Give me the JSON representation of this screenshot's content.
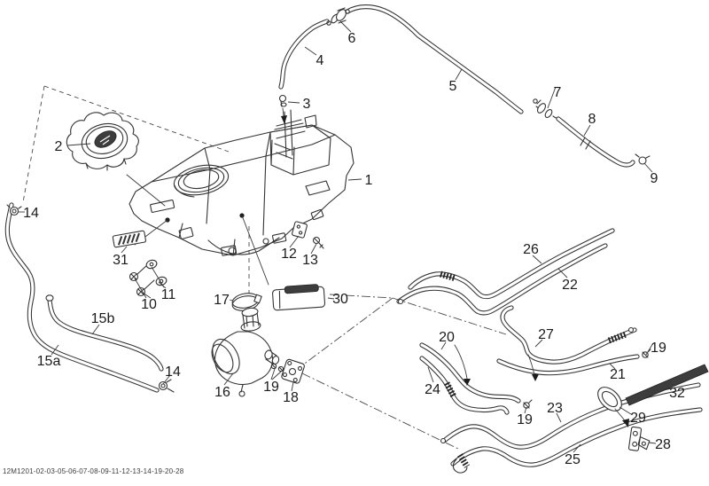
{
  "diagram": {
    "background": "#ffffff",
    "line_color": "#333333",
    "dark_fill_color": "#3d3d3d",
    "footer_code": "12M1201-02-03-05-06-07-08-09-11-12-13-14-19-20-28",
    "callouts": [
      {
        "label": "1"
      },
      {
        "label": "2"
      },
      {
        "label": "3"
      },
      {
        "label": "4"
      },
      {
        "label": "5"
      },
      {
        "label": "6"
      },
      {
        "label": "7"
      },
      {
        "label": "8"
      },
      {
        "label": "9"
      },
      {
        "label": "10"
      },
      {
        "label": "11"
      },
      {
        "label": "12"
      },
      {
        "label": "13"
      },
      {
        "label": "14"
      },
      {
        "label": "14"
      },
      {
        "label": "15a"
      },
      {
        "label": "15b"
      },
      {
        "label": "16"
      },
      {
        "label": "17"
      },
      {
        "label": "18"
      },
      {
        "label": "19"
      },
      {
        "label": "19"
      },
      {
        "label": "19"
      },
      {
        "label": "20"
      },
      {
        "label": "21"
      },
      {
        "label": "22"
      },
      {
        "label": "23"
      },
      {
        "label": "24"
      },
      {
        "label": "25"
      },
      {
        "label": "26"
      },
      {
        "label": "27"
      },
      {
        "label": "28"
      },
      {
        "label": "29"
      },
      {
        "label": "30"
      },
      {
        "label": "31"
      },
      {
        "label": "32"
      }
    ]
  }
}
